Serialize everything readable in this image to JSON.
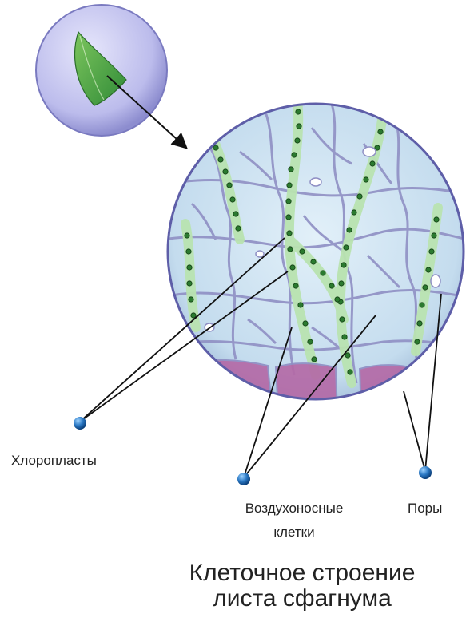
{
  "labels": {
    "chloroplasts": "Хлоропласты",
    "air_cells_line1": "Воздухоносные",
    "air_cells_line2": "клетки",
    "pores": "Поры"
  },
  "caption": {
    "line1": "Клеточное строение",
    "line2": "листа сфагнума"
  },
  "colors": {
    "cell_fill": "#c9e2f0",
    "cell_wall": "#8f8fc4",
    "chloroplast": "#2b7a2f",
    "chlorophyll_cell": "#b9e3b0",
    "pink_cells": "#b36aa7",
    "small_circle": "#b8b8e8",
    "leaf": "#4aa84a",
    "pointer_dot": "#1f6fb5"
  },
  "icons": {
    "pointer": "blue-ball-pointer-icon",
    "arrow": "arrow-icon"
  }
}
